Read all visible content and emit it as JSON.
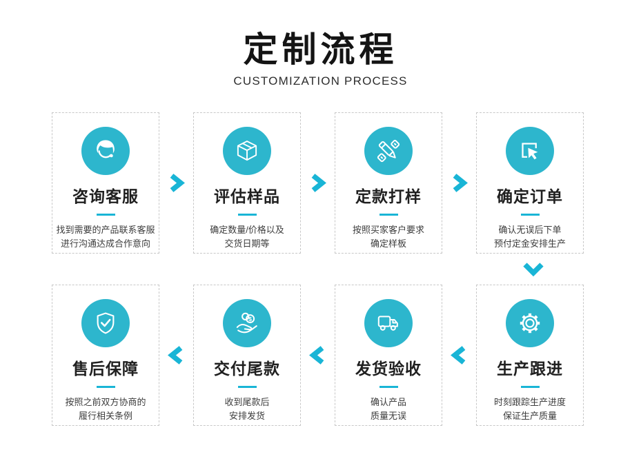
{
  "header": {
    "title": "定制流程",
    "subtitle": "CUSTOMIZATION PROCESS"
  },
  "colors": {
    "accent": "#2db6cd",
    "arrow": "#19b5d6",
    "background": "#ffffff"
  },
  "steps": [
    {
      "title": "咨询客服",
      "desc_line1": "找到需要的产品联系客服",
      "desc_line2": "进行沟通达成合作意向",
      "icon": "customer-service-icon"
    },
    {
      "title": "评估样品",
      "desc_line1": "确定数量/价格以及",
      "desc_line2": "交货日期等",
      "icon": "box-icon"
    },
    {
      "title": "定款打样",
      "desc_line1": "按照买家客户要求",
      "desc_line2": "确定样板",
      "icon": "pencil-ruler-icon"
    },
    {
      "title": "确定订单",
      "desc_line1": "确认无误后下单",
      "desc_line2": "预付定金安排生产",
      "icon": "cursor-click-icon"
    },
    {
      "title": "生产跟进",
      "desc_line1": "时刻跟踪生产进度",
      "desc_line2": "保证生产质量",
      "icon": "gear-icon"
    },
    {
      "title": "发货验收",
      "desc_line1": "确认产品",
      "desc_line2": "质量无误",
      "icon": "truck-icon"
    },
    {
      "title": "交付尾款",
      "desc_line1": "收到尾款后",
      "desc_line2": "安排发货",
      "icon": "hand-coins-icon"
    },
    {
      "title": "售后保障",
      "desc_line1": "按照之前双方协商的",
      "desc_line2": "履行相关条例",
      "icon": "shield-check-icon"
    }
  ]
}
